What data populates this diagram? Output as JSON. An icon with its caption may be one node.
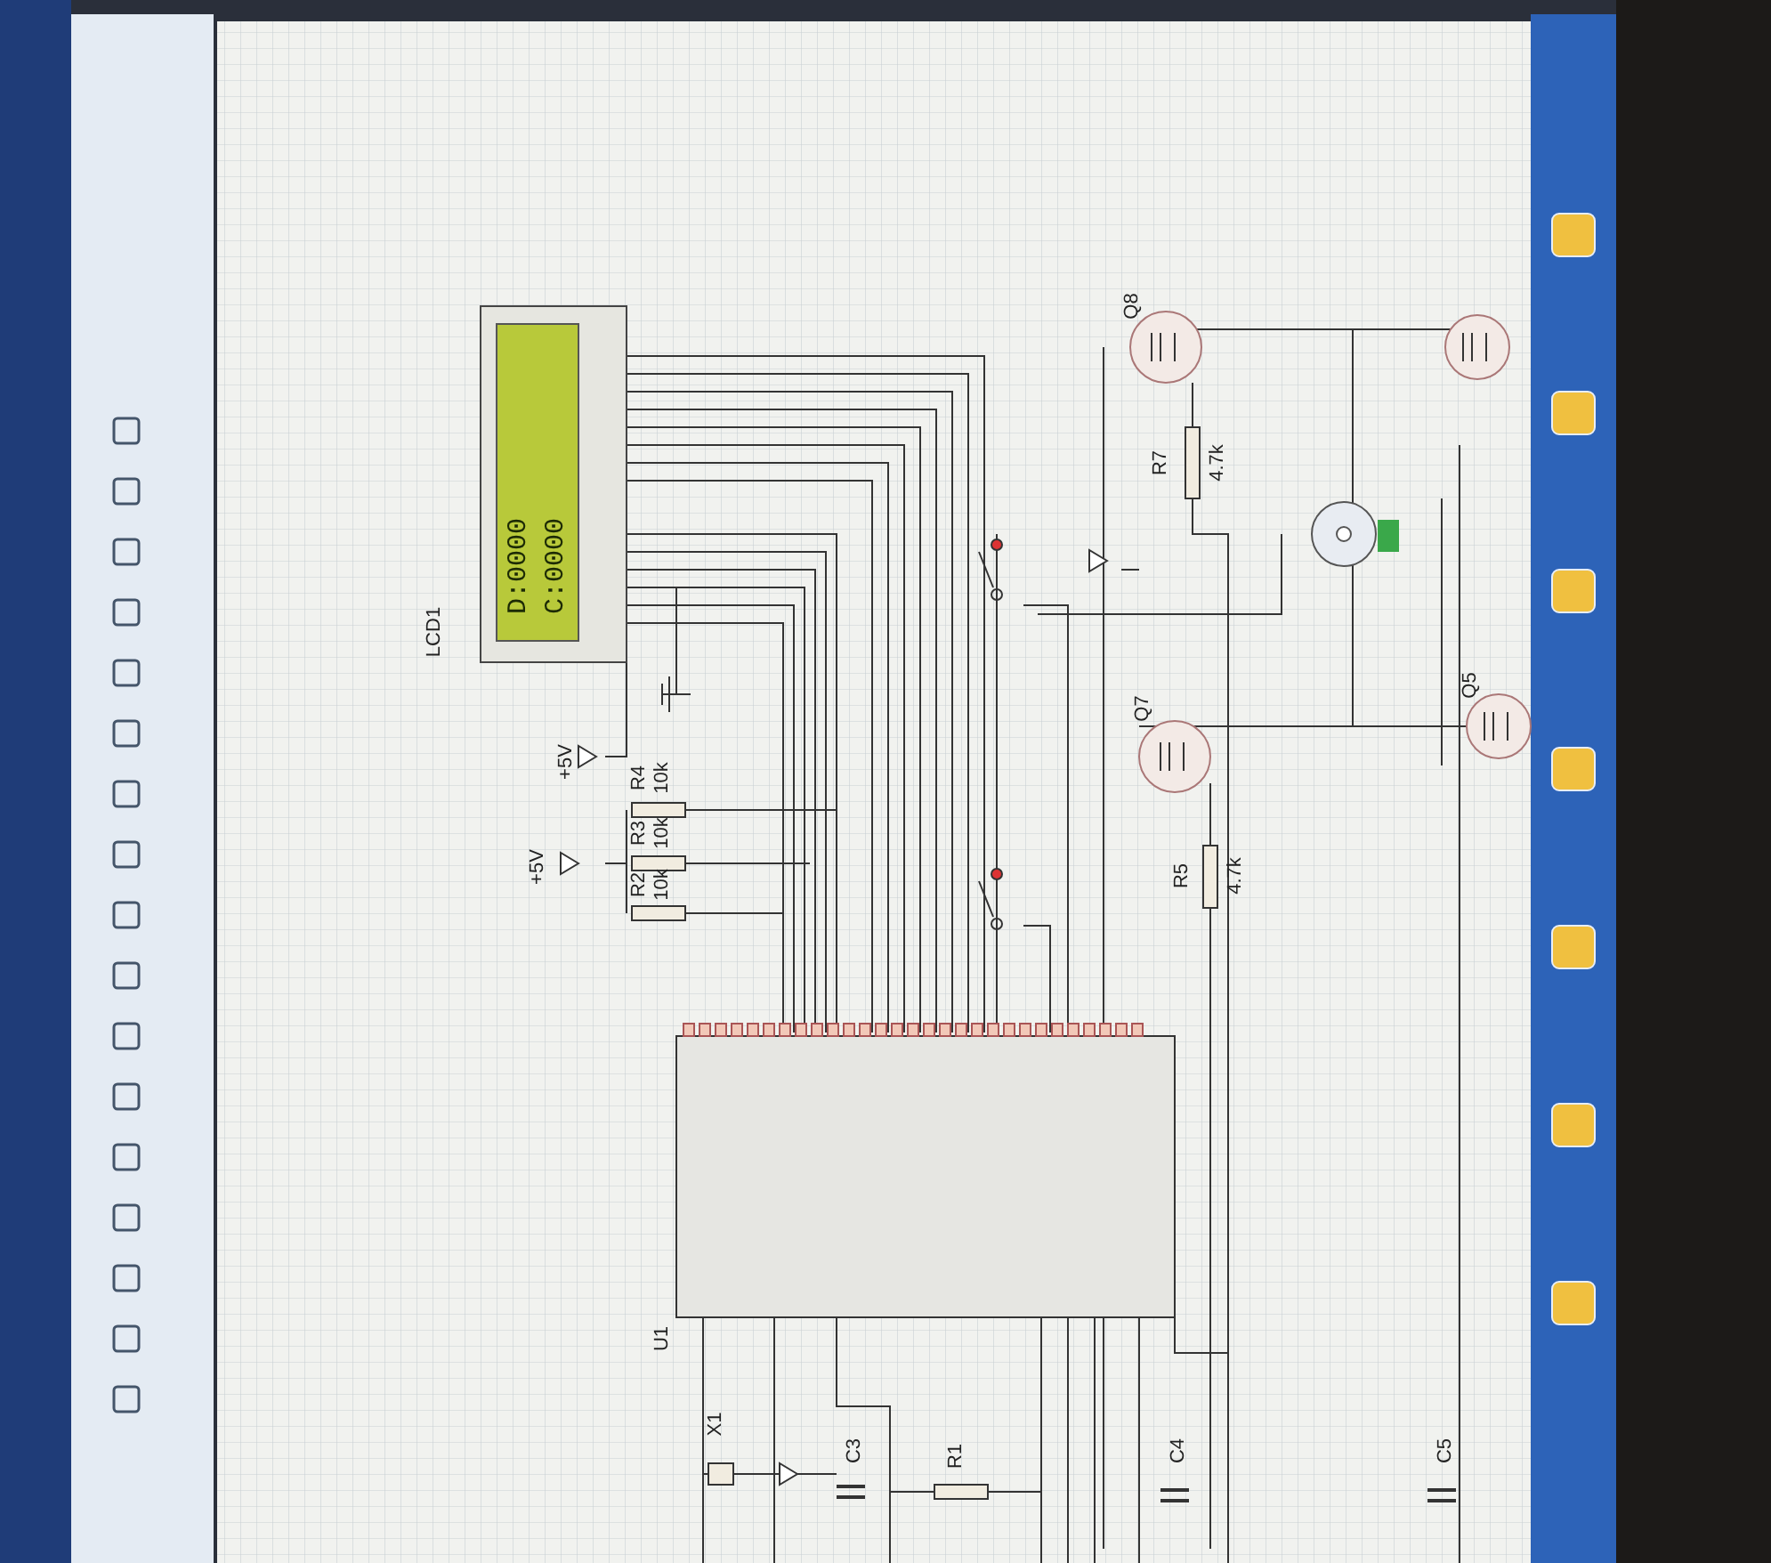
{
  "diagram": {
    "labels": [
      "LCD1",
      "D:0000",
      "C:0000",
      "+5V",
      "R4",
      "10k",
      "R3",
      "10k",
      "R2",
      "10k",
      "+5V",
      "Q8",
      "R7",
      "4.7k",
      "Q7",
      "R5",
      "4.7k",
      "Q5",
      "U1",
      "X1",
      "C3",
      "R1",
      "C4",
      "C5"
    ]
  }
}
